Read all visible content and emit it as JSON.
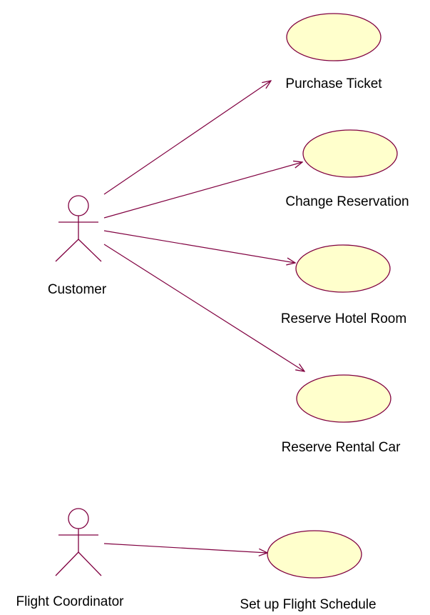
{
  "diagram": {
    "type": "uml-use-case",
    "colors": {
      "line": "#800040",
      "usecase_fill": "#ffffcc",
      "text": "#000000"
    },
    "actors": [
      {
        "id": "customer",
        "label": "Customer"
      },
      {
        "id": "flight-coordinator",
        "label": "Flight Coordinator"
      }
    ],
    "use_cases": [
      {
        "id": "purchase-ticket",
        "label": "Purchase Ticket"
      },
      {
        "id": "change-reservation",
        "label": "Change Reservation"
      },
      {
        "id": "reserve-hotel-room",
        "label": "Reserve Hotel Room"
      },
      {
        "id": "reserve-rental-car",
        "label": "Reserve Rental Car"
      },
      {
        "id": "set-up-flight-schedule",
        "label": "Set up Flight Schedule"
      }
    ],
    "associations": [
      {
        "from": "customer",
        "to": "purchase-ticket"
      },
      {
        "from": "customer",
        "to": "change-reservation"
      },
      {
        "from": "customer",
        "to": "reserve-hotel-room"
      },
      {
        "from": "customer",
        "to": "reserve-rental-car"
      },
      {
        "from": "flight-coordinator",
        "to": "set-up-flight-schedule"
      }
    ]
  }
}
